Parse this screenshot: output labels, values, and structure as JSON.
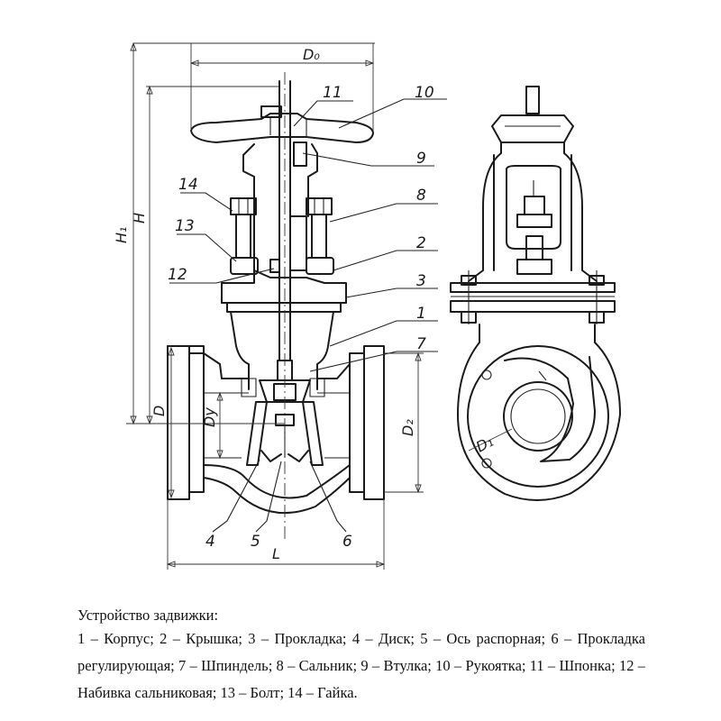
{
  "callouts": {
    "c1": "1",
    "c2": "2",
    "c3": "3",
    "c4": "4",
    "c5": "5",
    "c6": "6",
    "c7": "7",
    "c8": "8",
    "c9": "9",
    "c10": "10",
    "c11": "11",
    "c12": "12",
    "c13": "13",
    "c14": "14"
  },
  "dimensions": {
    "D0": "D₀",
    "H1": "H₁",
    "H": "H",
    "D": "D",
    "Du": "Dу",
    "D2": "D₂",
    "D1": "D₁",
    "L": "L"
  },
  "caption": {
    "title": "Устройство задвижки:",
    "body": "1 – Корпус; 2 – Крышка; 3 – Прокладка; 4 – Диск; 5 – Ось распорная; 6 – Прокладка регулирующая; 7 – Шпиндель; 8 – Сальник; 9 – Втулка; 10 – Рукоятка; 11 – Шпонка; 12 – Набивка сальниковая; 13 – Болт; 14 – Гайка."
  }
}
